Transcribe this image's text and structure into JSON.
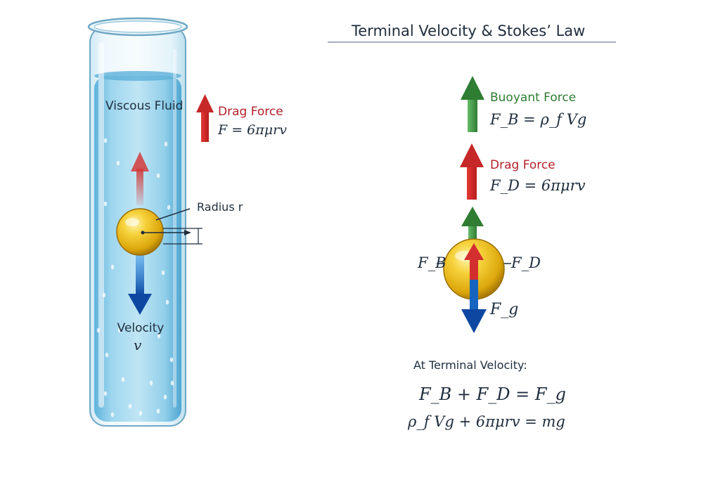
{
  "title": "Terminal Velocity & Stokes’ Law",
  "tube": {
    "fluid_label": "Viscous Fluid",
    "velocity_label": "Velocity",
    "velocity_symbol": "v",
    "radius_label": "Radius r",
    "drag_label": "Drag Force",
    "drag_equation": "F = 6πμrv"
  },
  "free_body": {
    "buoyant_label": "Buoyant Force",
    "buoyant_equation": "F_B = ρ_f Vg",
    "drag_label": "Drag Force",
    "drag_equation": "F_D = 6πμrv",
    "fb_symbol": "F_B",
    "fd_symbol": "F_D",
    "fg_symbol": "F_g"
  },
  "terminal": {
    "heading": "At Terminal Velocity:",
    "equation_1": "F_B + F_D = F_g",
    "equation_2": "ρ_f Vg + 6πμrv = mg"
  },
  "colors": {
    "drag": "#c62828",
    "buoyant": "#2e7d32",
    "gravity": "#1565c0",
    "sphere": "#f2c21b",
    "fluid": "#7ec8e8"
  }
}
